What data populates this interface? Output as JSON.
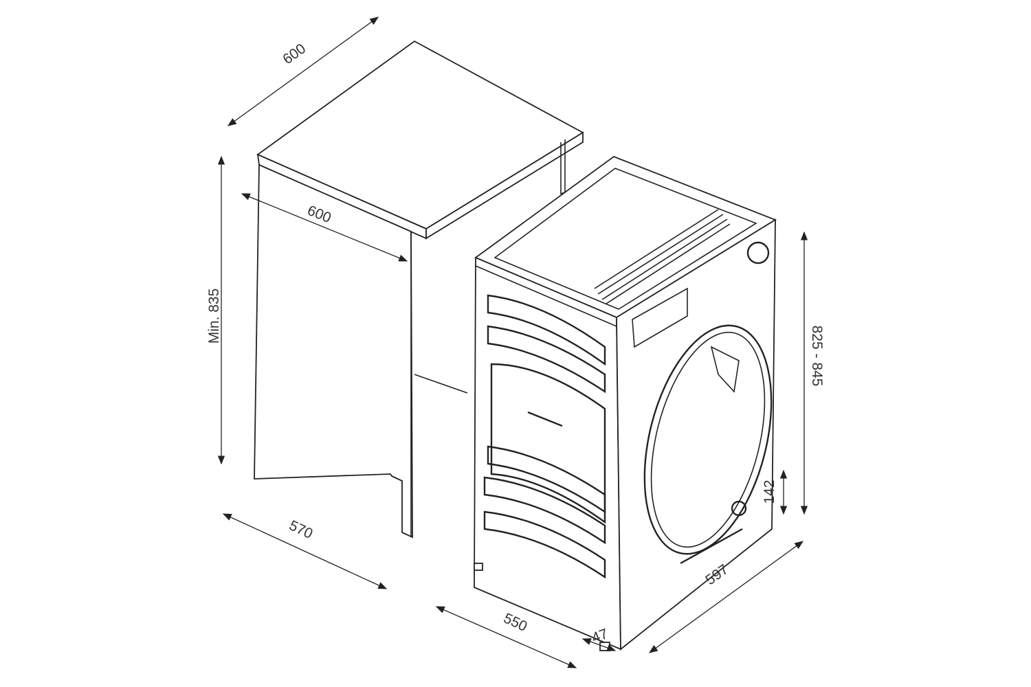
{
  "dimensions": {
    "cabinet_depth_top": "600",
    "cabinet_width": "600",
    "cabinet_min_height": "Min. 835",
    "cabinet_depth_bottom": "570",
    "machine_depth": "550",
    "door_protrusion": "47",
    "machine_width": "597",
    "plinth_height": "142",
    "machine_height": "825 - 845"
  },
  "colors": {
    "line": "#222222",
    "background": "#ffffff"
  }
}
